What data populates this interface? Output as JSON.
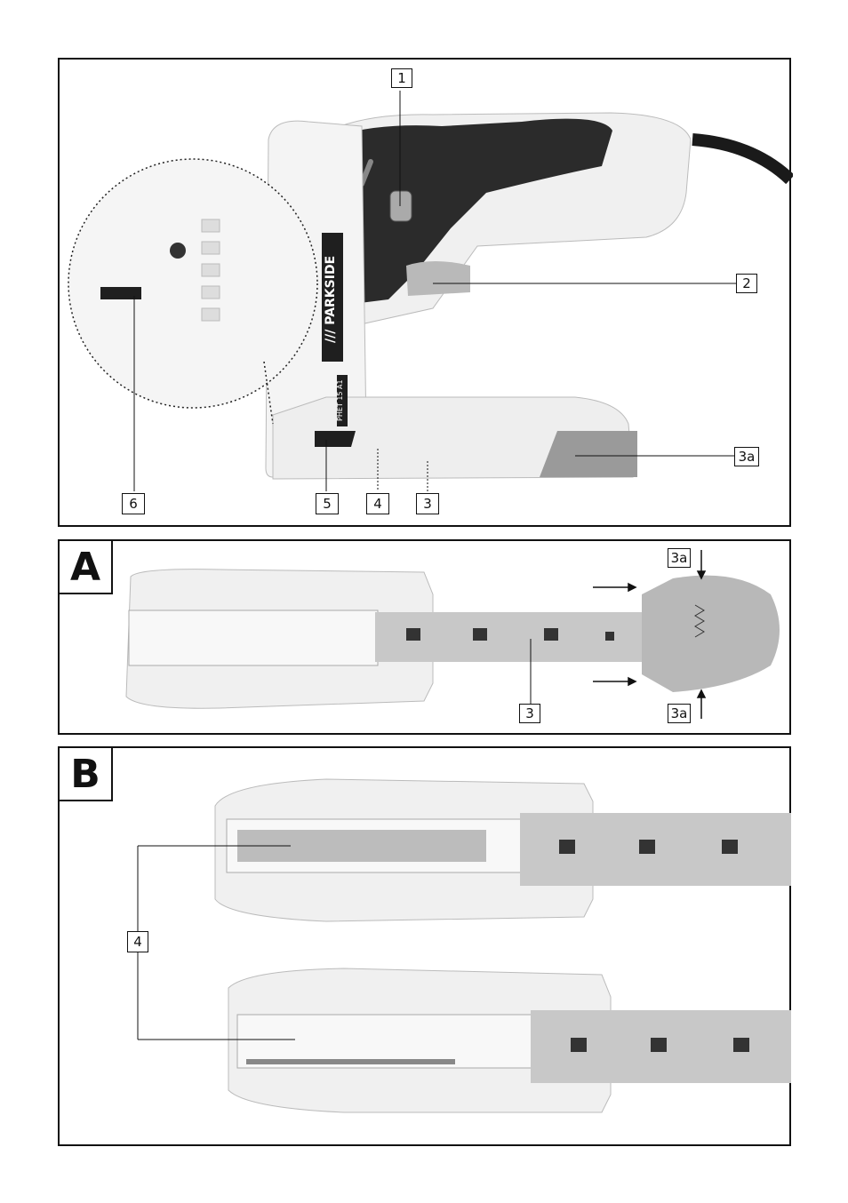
{
  "product": {
    "brand": "PARKSIDE",
    "brand_prefix": "///",
    "model": "PHET 15 A1"
  },
  "figure_top": {
    "callouts": [
      "1",
      "2",
      "3a",
      "6",
      "5",
      "4",
      "3"
    ]
  },
  "figure_a": {
    "letter": "A",
    "callouts": [
      "3a",
      "3",
      "3a"
    ]
  },
  "figure_b": {
    "letter": "B",
    "callouts": [
      "4"
    ]
  },
  "colors": {
    "body": "#f2f2f2",
    "dark": "#2a2a2a",
    "magazine": "#c8c8c8",
    "line": "#111111"
  }
}
